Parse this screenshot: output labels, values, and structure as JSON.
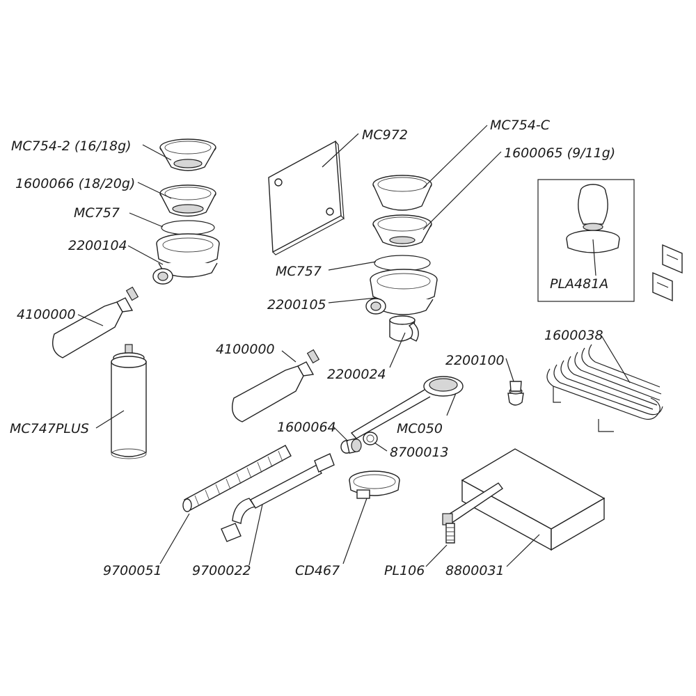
{
  "labels": {
    "mc754_2": "MC754-2 (16/18g)",
    "p1600066": "1600066 (18/20g)",
    "mc757_left": "MC757",
    "p2200104": "2200104",
    "p4100000_left": "4100000",
    "mc747plus": "MC747PLUS",
    "mc972": "MC972",
    "mc754_c": "MC754-C",
    "p1600065": "1600065 (9/11g)",
    "mc757_right": "MC757",
    "p2200105": "2200105",
    "pla481a": "PLA481A",
    "p4100000_mid": "4100000",
    "p2200024": "2200024",
    "p2200100": "2200100",
    "p1600038": "1600038",
    "mc050": "MC050",
    "p1600064": "1600064",
    "p8700013": "8700013",
    "p9700051": "9700051",
    "p9700022": "9700022",
    "cd467": "CD467",
    "pl106": "PL106",
    "p8800031": "8800031"
  }
}
